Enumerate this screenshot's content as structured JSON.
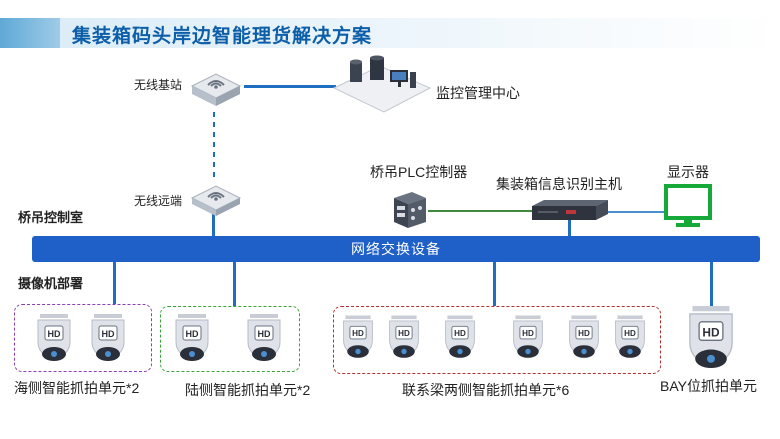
{
  "header": {
    "title": "集装箱码头岸边智能理货解决方案"
  },
  "nodes": {
    "wireless_base": "无线基站",
    "monitor_center": "监控管理中心",
    "wireless_remote": "无线远端",
    "crane_plc": "桥吊PLC控制器",
    "recognition_host": "集装箱信息识别主机",
    "display": "显示器"
  },
  "sections": {
    "crane_room": "桥吊控制室",
    "camera_deploy": "摄像机部署"
  },
  "network": {
    "label": "网络交换设备"
  },
  "camera_groups": [
    {
      "label": "海侧智能抓拍单元*2",
      "border_color": "#8a3fb5",
      "count": 2
    },
    {
      "label": "陆侧智能抓拍单元*2",
      "border_color": "#3aa33a",
      "count": 2
    },
    {
      "label": "联系梁两侧智能抓拍单元*6",
      "border_color": "#b03030",
      "count": 6
    },
    {
      "label": "BAY位抓拍单元",
      "border_color": "",
      "count": 1
    }
  ],
  "camera_badge": "HD",
  "colors": {
    "accent": "#1f5fc8",
    "title": "#0d5ea8",
    "link_green": "#3f8a3f"
  }
}
